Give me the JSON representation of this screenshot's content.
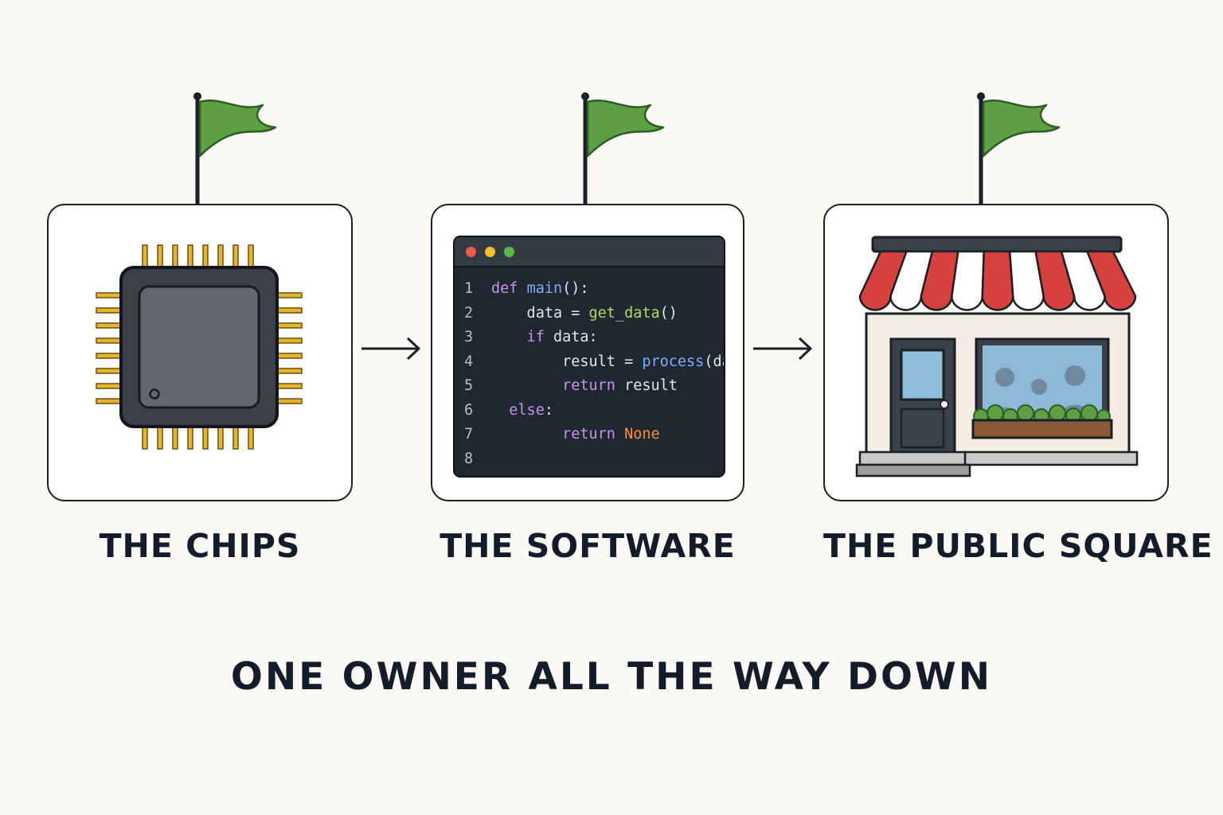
{
  "stages": [
    {
      "label": "THE CHIPS",
      "icon": "microchip-icon"
    },
    {
      "label": "THE SOFTWARE",
      "icon": "code-editor-icon"
    },
    {
      "label": "THE PUBLIC SQUARE",
      "icon": "storefront-icon"
    }
  ],
  "tagline": "ONE OWNER ALL THE WAY DOWN",
  "code_lines": [
    {
      "n": "1",
      "parts": [
        [
          "kw",
          "def "
        ],
        [
          "fn",
          "main"
        ],
        [
          "",
          "():"
        ]
      ]
    },
    {
      "n": "2",
      "parts": [
        [
          "",
          "    data = "
        ],
        [
          "fn2",
          "get_data"
        ],
        [
          "",
          "()"
        ]
      ]
    },
    {
      "n": "3",
      "parts": [
        [
          "kw",
          "    if "
        ],
        [
          "",
          "data:"
        ]
      ]
    },
    {
      "n": "4",
      "parts": [
        [
          "",
          "        result = "
        ],
        [
          "fn",
          "process"
        ],
        [
          "",
          "(data)"
        ]
      ]
    },
    {
      "n": "5",
      "parts": [
        [
          "kw",
          "        return "
        ],
        [
          "",
          "result"
        ]
      ]
    },
    {
      "n": "6",
      "parts": [
        [
          "kw",
          "  else"
        ],
        [
          "",
          ":"
        ]
      ]
    },
    {
      "n": "7",
      "parts": [
        [
          "kw",
          "        return "
        ],
        [
          "const",
          "None"
        ]
      ]
    },
    {
      "n": "8",
      "parts": []
    }
  ],
  "colors": {
    "flag": "#5e9e44",
    "ink": "#141c2a",
    "awning_red": "#d6403d",
    "chip_gold": "#e7b52c"
  }
}
